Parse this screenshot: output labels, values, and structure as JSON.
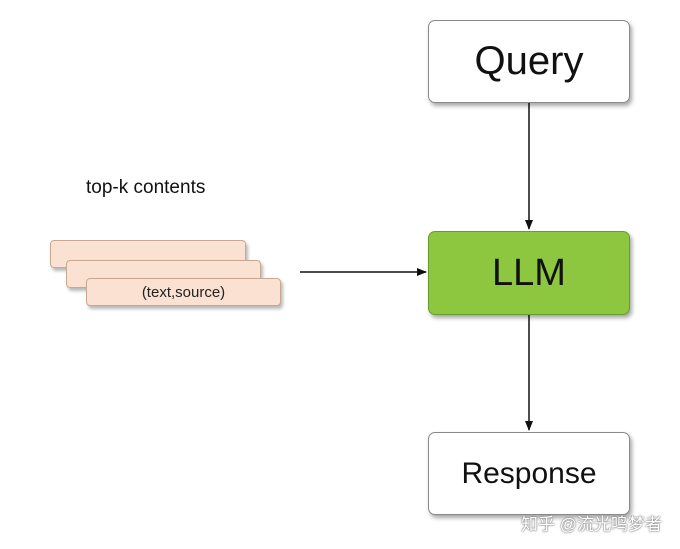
{
  "nodes": {
    "query": "Query",
    "llm": "LLM",
    "response": "Response"
  },
  "contents": {
    "label": "top-k contents",
    "card_text": "(text,source)"
  },
  "colors": {
    "llm_fill": "#8dc63f",
    "card_fill": "#fbe1d2",
    "box_fill": "#ffffff"
  },
  "watermark": "知乎 @流光鸣梦者"
}
